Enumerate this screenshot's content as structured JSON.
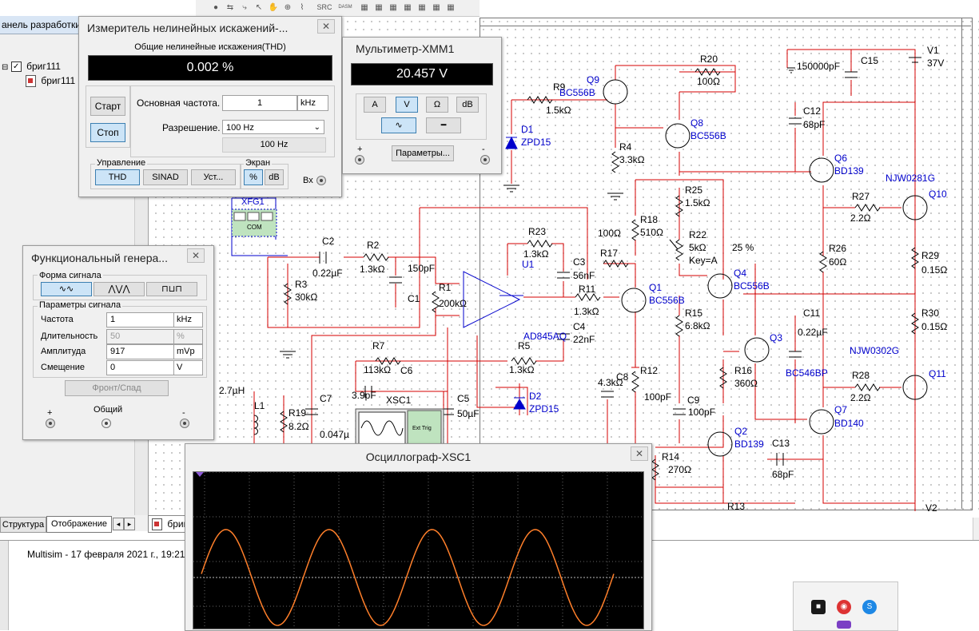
{
  "design_panel": {
    "title": "анель разработки",
    "tree": [
      {
        "label": "бриг111"
      },
      {
        "label": "бриг111"
      }
    ],
    "tabs": {
      "structure": "Структура",
      "display": "Отображение"
    },
    "doc_tab": "бриг"
  },
  "output": {
    "log_line": "Multisim  -  17 февраля 2021 г., 19:21"
  },
  "toolbar": {
    "icons": [
      "record-icon",
      "connect-icon",
      "wire-icon",
      "cursor-icon",
      "hand-icon",
      "zoom-icon",
      "probe-icon",
      "src-icon",
      "dasm-icon",
      "table-icon",
      "table-icon",
      "table-icon",
      "table-icon",
      "table-icon",
      "table-icon",
      "table-icon"
    ],
    "src_label": "SRC",
    "dasm_label": "DASM"
  },
  "distortion_analyzer": {
    "title": "Измеритель нелинейных искажений-...",
    "heading": "Общие нелинейные искажения(THD)",
    "reading": "0.002 %",
    "start": "Старт",
    "stop": "Стоп",
    "fundamental_label": "Основная частота.",
    "fundamental_value": "1",
    "fundamental_unit": "kHz",
    "resolution_label": "Разрешение.",
    "resolution_value": "100 Hz",
    "resolution_display": "100 Hz",
    "control_label": "Управление",
    "thd": "THD",
    "sinad": "SINAD",
    "settings": "Уст...",
    "screen_label": "Экран",
    "percent": "%",
    "db": "dB",
    "input_label": "Вх"
  },
  "multimeter": {
    "title": "Мультиметр-XMM1",
    "reading": "20.457 V",
    "modes": [
      "A",
      "V",
      "Ω",
      "dB"
    ],
    "active_mode": "V",
    "params": "Параметры...",
    "plus": "+",
    "minus": "-"
  },
  "function_generator": {
    "title": "Функциональный генера...",
    "waveform_label": "Форма сигнала",
    "params_label": "Параметры сигнала",
    "rows": [
      {
        "label": "Частота",
        "value": "1",
        "unit": "kHz"
      },
      {
        "label": "Длительность",
        "value": "50",
        "unit": "%"
      },
      {
        "label": "Амплитуда",
        "value": "917",
        "unit": "mVp"
      },
      {
        "label": "Смещение",
        "value": "0",
        "unit": "V"
      }
    ],
    "front_button": "Фронт/Спад",
    "plus": "+",
    "common": "Общий",
    "minus": "-"
  },
  "oscilloscope": {
    "title": "Осциллограф-XSC1"
  },
  "circuit": {
    "labels": [
      "R20",
      "100Ω",
      "V1",
      "37V",
      "150000pF",
      "C15",
      "R9",
      "1.5kΩ",
      "Q9",
      "BC556B",
      "D1",
      "ZPD15",
      "Q8",
      "BC556B",
      "C12",
      "68pF",
      "R4",
      "3.3kΩ",
      "Q6",
      "BD139",
      "NJW0281G",
      "R25",
      "1.5kΩ",
      "R27",
      "2.2Ω",
      "Q10",
      "R18",
      "510Ω",
      "100Ω",
      "R23",
      "1.3kΩ",
      "U1",
      "C3",
      "56nF",
      "R17",
      "R22",
      "5kΩ",
      "Key=A",
      "25 %",
      "R26",
      "60Ω",
      "R29",
      "0.15Ω",
      "C2",
      "0.22µF",
      "R2",
      "1.3kΩ",
      "150pF",
      "R3",
      "30kΩ",
      "C1",
      "R1",
      "200kΩ",
      "R11",
      "1.3kΩ",
      "Q1",
      "BC556B",
      "Q4",
      "BC556B",
      "R15",
      "6.8kΩ",
      "C11",
      "0.22µF",
      "R30",
      "0.15Ω",
      "AD845AQ",
      "C4",
      "22nF",
      "Q3",
      "R7",
      "113kΩ",
      "R5",
      "1.3kΩ",
      "C6",
      "NJW0302G",
      "BC546BP",
      "R16",
      "360Ω",
      "R12",
      "4.3kΩ",
      "C8",
      "R28",
      "2.2Ω",
      "Q11",
      "2.7µH",
      "3.9pF",
      "XSC1",
      "C7",
      "C5",
      "50µF",
      "D2",
      "ZPD15",
      "100pF",
      "C9",
      "100pF",
      "Q7",
      "BD140",
      "L1",
      "R19",
      "8.2Ω",
      "0.047µ",
      "Q2",
      "BD139",
      "C13",
      "68pF",
      "R14",
      "270Ω",
      "R13",
      "XFG1",
      "COM",
      "V2",
      "Ext Trig"
    ]
  }
}
